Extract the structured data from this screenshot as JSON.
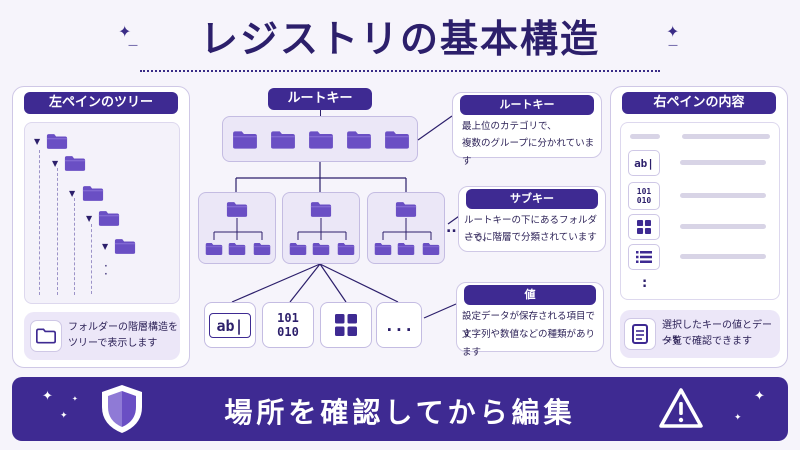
{
  "title": "レジストリの基本構造",
  "left_panel": {
    "heading": "左ペインのツリー",
    "note_line1": "フォルダーの階層構造を",
    "note_line2": "ツリーで表示します",
    "note_icon": "folder-icon"
  },
  "center": {
    "root_label": "ルートキー",
    "value_labels": [
      "ab|",
      "101\n010",
      "",
      "..."
    ],
    "more_marker": "..."
  },
  "callouts": [
    {
      "heading": "ルートキー",
      "line1": "最上位のカテゴリで、",
      "line2": "複数のグループに分かれています"
    },
    {
      "heading": "サブキー",
      "line1": "ルートキーの下にあるフォルダーで、",
      "line2": "さらに階層で分類されています"
    },
    {
      "heading": "値",
      "line1": "設定データが保存される項目です",
      "line2": "文字列や数値などの種類があります"
    }
  ],
  "right_panel": {
    "heading": "右ペインの内容",
    "row_icons": [
      "ab|",
      "101\n010",
      "grid-icon",
      "list-icon"
    ],
    "ellipsis": ":",
    "note_line1": "選択したキーの値とデータを",
    "note_line2": "一覧で確認できます",
    "note_icon": "document-icon"
  },
  "banner": {
    "text": "場所を確認してから編集",
    "left_icon": "shield-icon",
    "right_icon": "warning-icon"
  },
  "colors": {
    "primary": "#3e2a92",
    "folder": "#6a4fc4",
    "background": "#f6f4fb"
  }
}
